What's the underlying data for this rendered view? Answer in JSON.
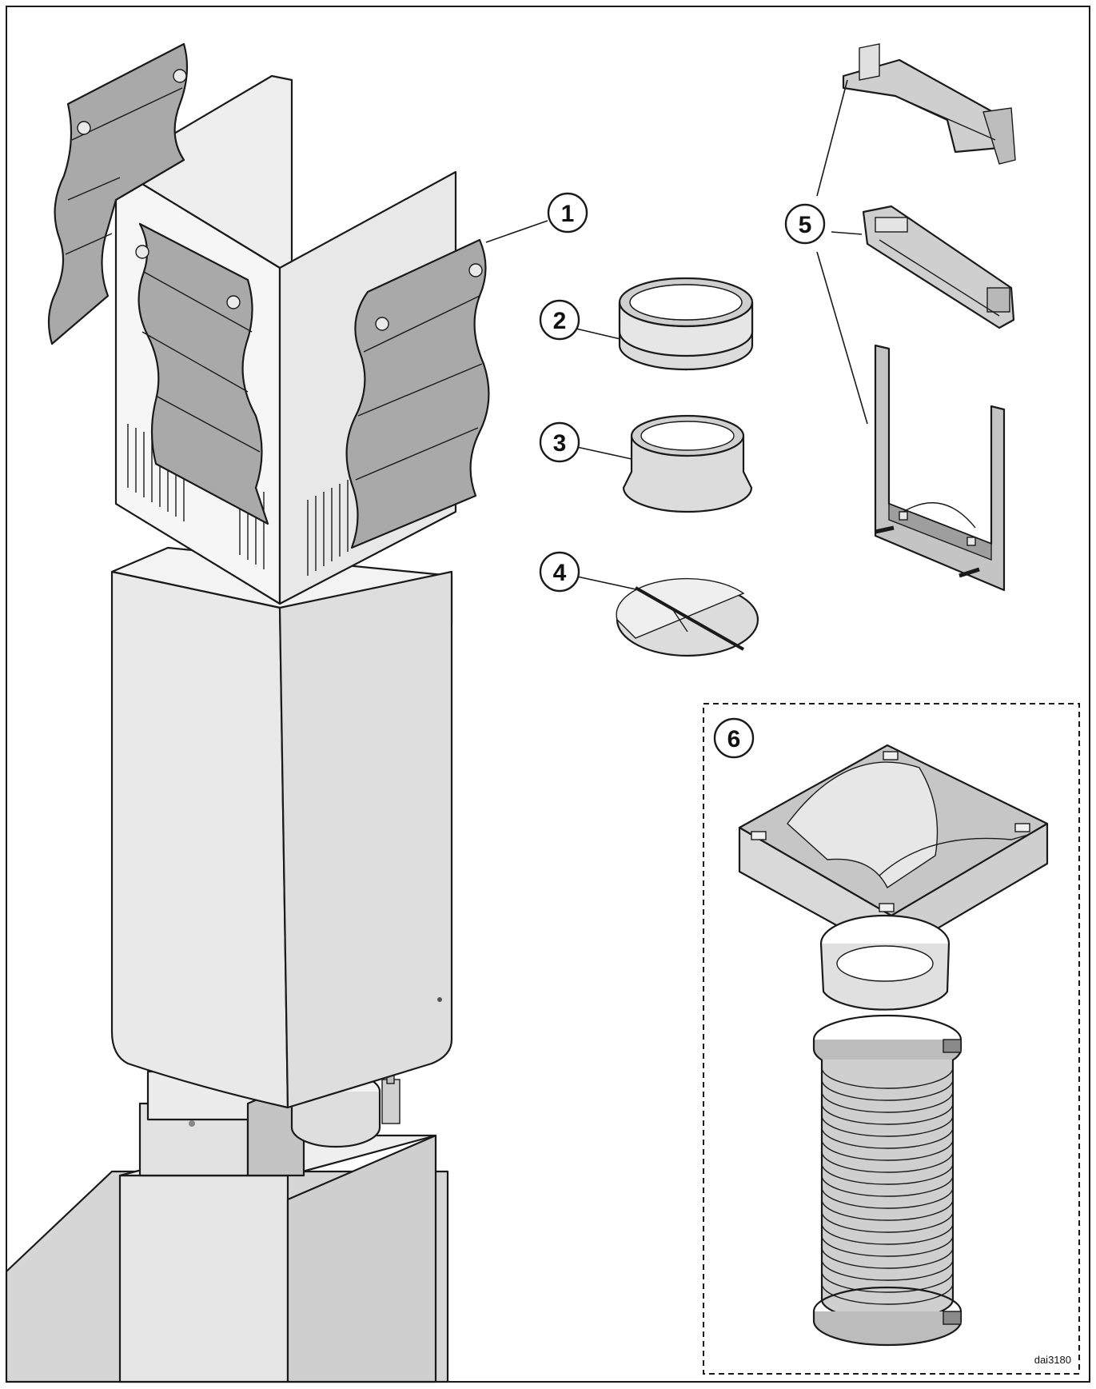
{
  "callouts": [
    {
      "id": "1",
      "label": "1"
    },
    {
      "id": "2",
      "label": "2"
    },
    {
      "id": "3",
      "label": "3"
    },
    {
      "id": "4",
      "label": "4"
    },
    {
      "id": "5",
      "label": "5"
    },
    {
      "id": "6",
      "label": "6"
    }
  ],
  "drawing_code": "dai3180",
  "colors": {
    "line": "#1a1a1a",
    "panel_light": "#ececec",
    "panel_mid": "#dcdcdc",
    "panel_dark": "#b9b9b9",
    "foil": "#a9a9a9",
    "background": "#ffffff"
  }
}
